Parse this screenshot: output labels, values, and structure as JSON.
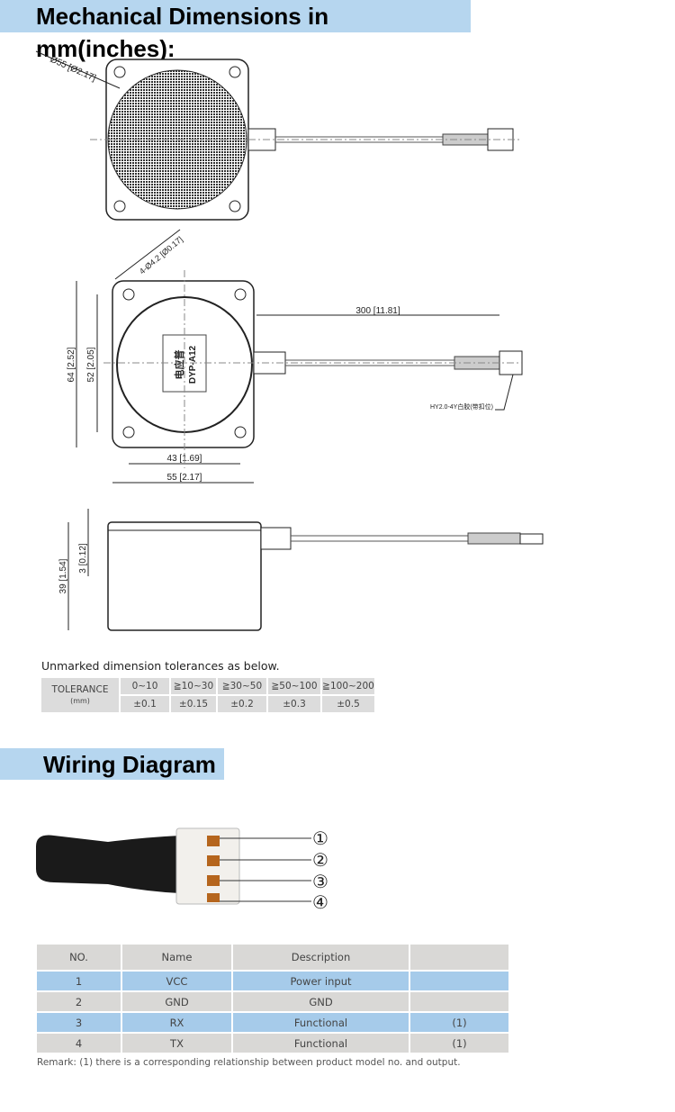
{
  "sections": {
    "mechanical_title": "Mechanical Dimensions in mm(inches):",
    "wiring_title": "Wiring Diagram"
  },
  "drawing": {
    "diameter_label": "Ø55 [Ø2.17]",
    "hole_label": "4-Ø4.2 [Ø0.17]",
    "cable_length": "300 [11.81]",
    "connector_label": "HY2.0-4Y白胶(带扣位)",
    "height_outer": "64 [2.52]",
    "height_inner": "52 [2.05]",
    "width_inner": "43 [1.69]",
    "width_outer": "55 [2.17]",
    "depth": "39 [1.54]",
    "flange": "3 [0.12]",
    "product_brand": "电应普",
    "product_model": "DYP-A12"
  },
  "tolerance": {
    "caption": "Unmarked dimension tolerances as below.",
    "header_label": "TOLERANCE",
    "header_unit": "(mm)",
    "ranges": [
      "0~10",
      "≧10~30",
      "≧30~50",
      "≧50~100",
      "≧100~200"
    ],
    "values": [
      "±0.1",
      "±0.15",
      "±0.2",
      "±0.3",
      "±0.5"
    ]
  },
  "wiring": {
    "pin_markers": [
      "①",
      "②",
      "③",
      "④"
    ],
    "columns": [
      "NO.",
      "Name",
      "Description",
      ""
    ],
    "rows": [
      {
        "no": "1",
        "name": "VCC",
        "description": "Power input",
        "note": ""
      },
      {
        "no": "2",
        "name": "GND",
        "description": "GND",
        "note": ""
      },
      {
        "no": "3",
        "name": "RX",
        "description": "Functional",
        "note": "(1)"
      },
      {
        "no": "4",
        "name": "TX",
        "description": "Functional",
        "note": "(1)"
      }
    ],
    "remark": "Remark: (1) there is a corresponding relationship between product model no. and output."
  },
  "colors": {
    "title_bg": "#b6d6ef",
    "row_blue": "#a6cbea",
    "row_gray": "#d9d8d6"
  }
}
